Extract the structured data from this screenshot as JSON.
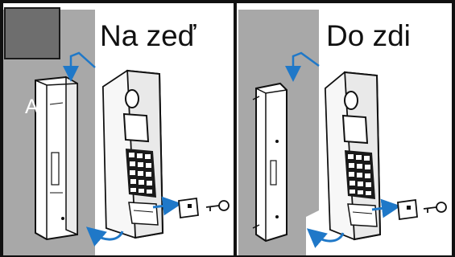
{
  "panels": [
    {
      "id": "surface",
      "title": "Na zeď",
      "marker": "A",
      "wall_color": "#a8a8a8"
    },
    {
      "id": "flush",
      "title": "Do zdi",
      "wall_color": "#a8a8a8"
    }
  ],
  "colors": {
    "frame": "#111111",
    "wall": "#a8a8a8",
    "corner_block": "#6e6e6e",
    "arrow": "#1f78c8",
    "device_face": "#e9e9e9",
    "keypad": "#1a1a1a"
  },
  "icons": [
    "mounting-arrow-icon",
    "rotate-arrow-icon",
    "card-reader-icon",
    "key-icon"
  ]
}
